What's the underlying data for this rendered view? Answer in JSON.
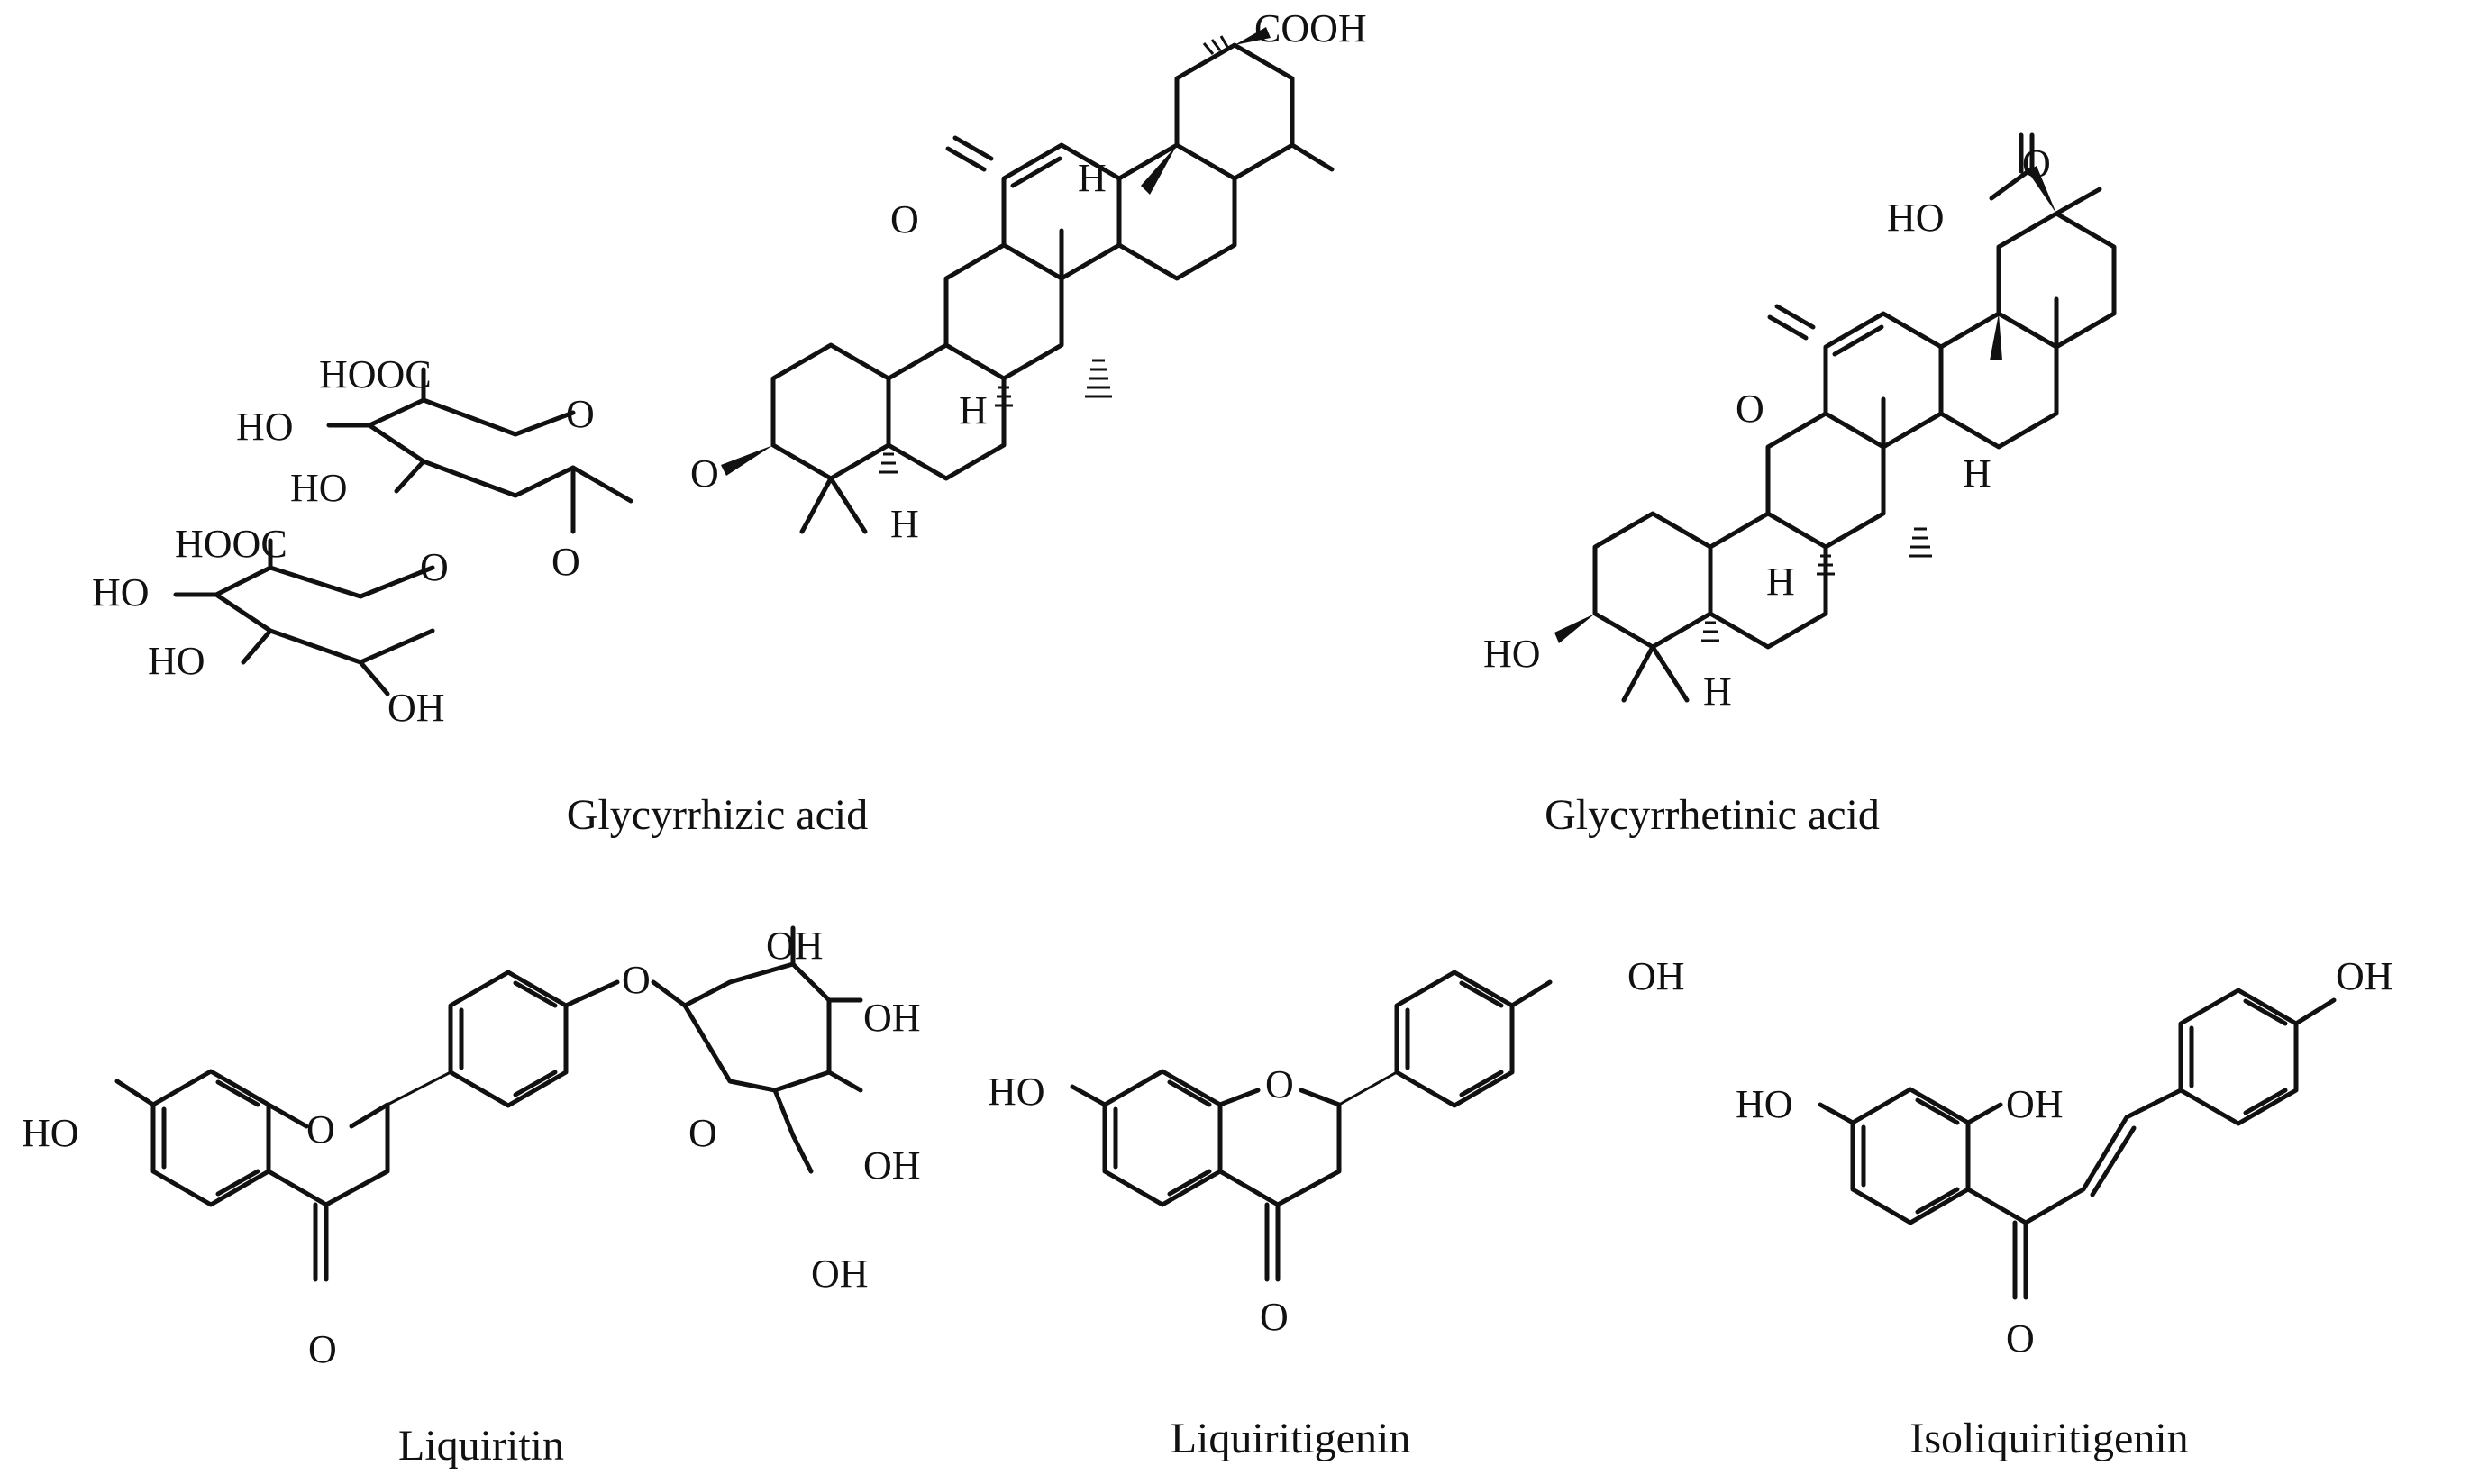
{
  "compounds": [
    {
      "name": "Glycyrrhizic acid",
      "atom_labels": [
        "COOH",
        "H",
        "O",
        "HOOC",
        "HO",
        "HO",
        "O",
        "O",
        "H",
        "H",
        "HOOC",
        "O",
        "O",
        "HO",
        "HO",
        "OH"
      ]
    },
    {
      "name": "Glycyrrhetinic acid",
      "atom_labels": [
        "O",
        "HO",
        "O",
        "H",
        "H",
        "HO",
        "H"
      ]
    },
    {
      "name": "Liquiritin",
      "atom_labels": [
        "HO",
        "O",
        "O",
        "O",
        "OH",
        "OH",
        "O",
        "OH",
        "OH"
      ]
    },
    {
      "name": "Liquiritigenin",
      "atom_labels": [
        "OH",
        "HO",
        "O",
        "O"
      ]
    },
    {
      "name": "Isoliquiritigenin",
      "atom_labels": [
        "OH",
        "HO",
        "OH",
        "O"
      ]
    }
  ]
}
